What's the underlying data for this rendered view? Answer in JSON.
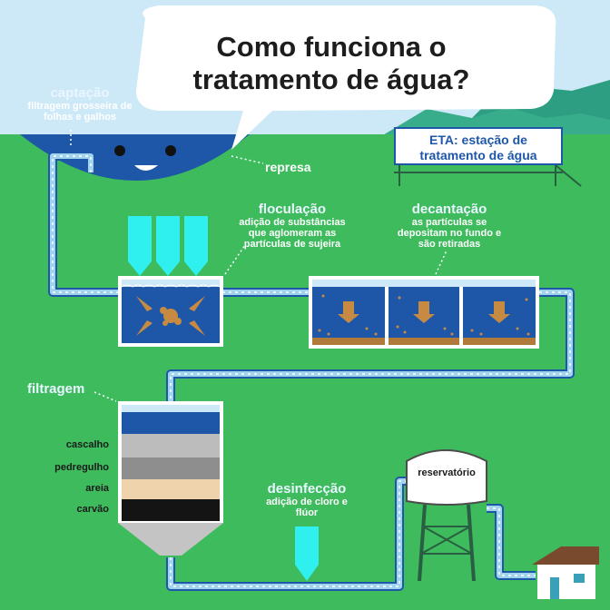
{
  "title_line1": "Como funciona o",
  "title_line2": "tratamento de água?",
  "captacao": {
    "title": "captação",
    "desc_line1": "filtragem grosseira de",
    "desc_line2": "folhas e galhos"
  },
  "represa": "represa",
  "eta": {
    "line1": "ETA: estação de",
    "line2": "tratamento de água"
  },
  "floculacao": {
    "title": "floculação",
    "line1": "adição de substâncias",
    "line2": "que aglomeram as",
    "line3": "partículas de sujeira"
  },
  "decantacao": {
    "title": "decantação",
    "line1": "as partículas se",
    "line2": "depositam no fundo e",
    "line3": "são retiradas"
  },
  "filtragem": {
    "title": "filtragem",
    "layers": [
      "cascalho",
      "pedregulho",
      "areia",
      "carvão"
    ]
  },
  "desinfeccao": {
    "title": "desinfecção",
    "line1": "adição de cloro e",
    "line2": "flúor"
  },
  "reservatorio": "reservatório",
  "colors": {
    "sky": "#cde9f7",
    "grass": "#3dbb5d",
    "water": "#1f57a8",
    "pipe": "#9fd3ee",
    "tank": "#2ff0ee",
    "sediment": "#b07a3a"
  }
}
